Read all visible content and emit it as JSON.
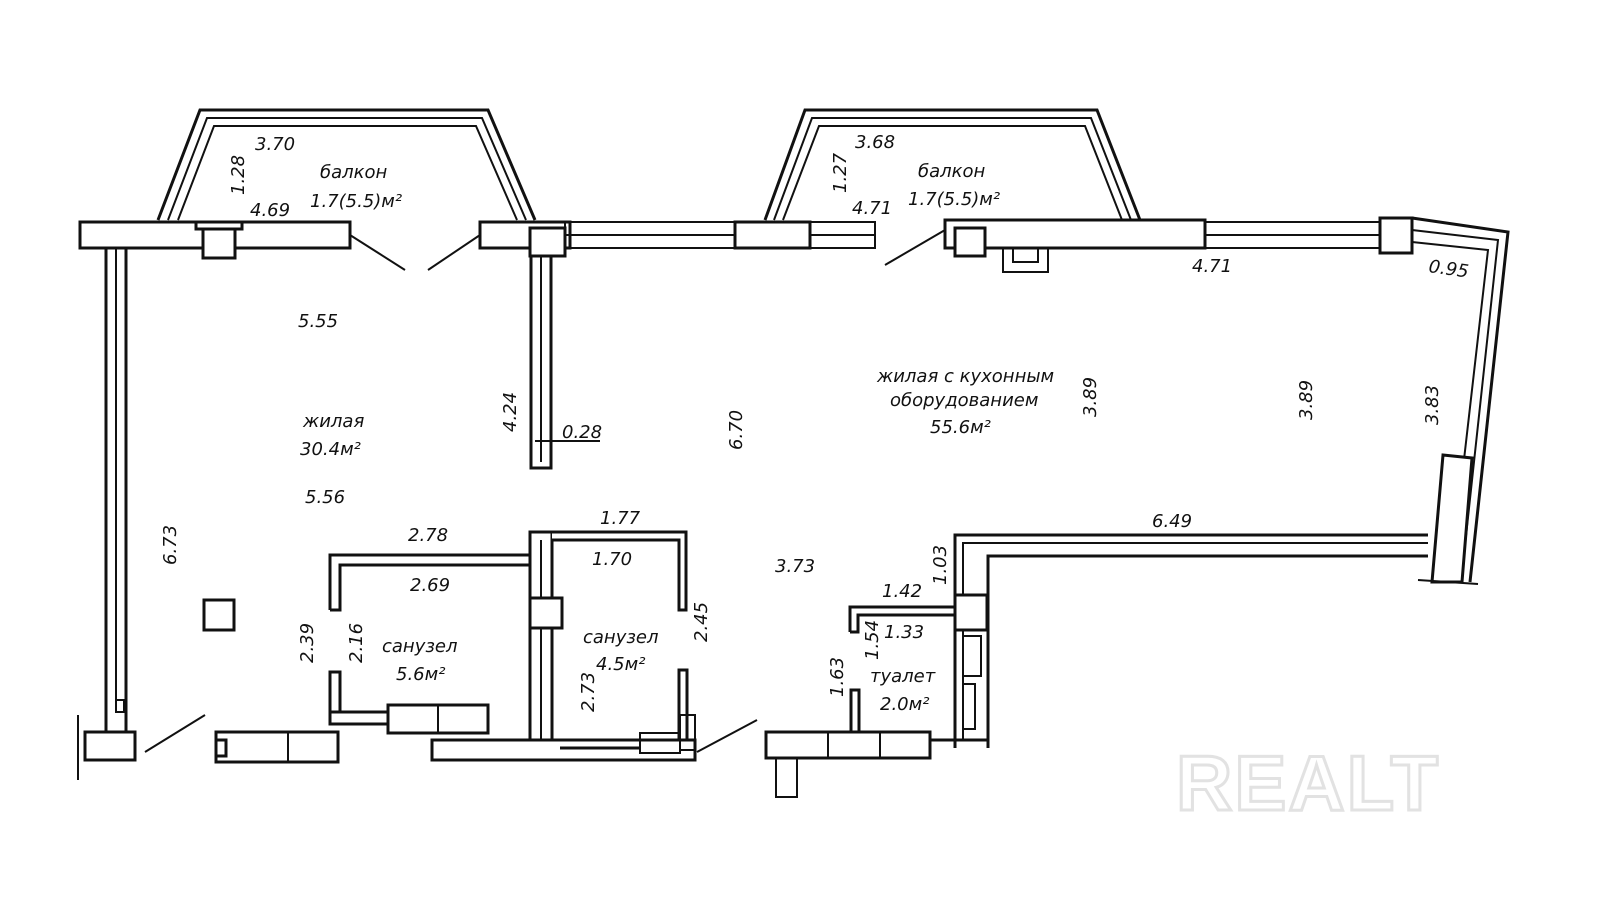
{
  "rooms": {
    "balcony_left": {
      "name": "балкон",
      "area": "1.7(5.5)м²"
    },
    "balcony_right": {
      "name": "балкон",
      "area": "1.7(5.5)м²"
    },
    "living": {
      "name": "жилая",
      "area": "30.4м²"
    },
    "living_kitchen": {
      "name_line1": "жилая с кухонным",
      "name_line2": "оборудованием",
      "area": "55.6м²"
    },
    "bathroom_1": {
      "name": "санузел",
      "area": "5.6м²"
    },
    "bathroom_2": {
      "name": "санузел",
      "area": "4.5м²"
    },
    "toilet": {
      "name": "туалет",
      "area": "2.0м²"
    }
  },
  "dimensions": {
    "d370": "3.70",
    "d128": "1.28",
    "d469": "4.69",
    "d368": "3.68",
    "d127": "1.27",
    "d471a": "4.71",
    "d471b": "4.71",
    "d095": "0.95",
    "d555": "5.55",
    "d556": "5.56",
    "d424": "4.24",
    "d028": "0.28",
    "d670": "6.70",
    "d673": "6.73",
    "d389a": "3.89",
    "d389b": "3.89",
    "d383": "3.83",
    "d649": "6.49",
    "d278": "2.78",
    "d269": "2.69",
    "d239": "2.39",
    "d216": "2.16",
    "d177": "1.77",
    "d170": "1.70",
    "d245": "2.45",
    "d273": "2.73",
    "d373": "3.73",
    "d103": "1.03",
    "d142": "1.42",
    "d133": "1.33",
    "d154": "1.54",
    "d163": "1.63"
  },
  "watermark": "REALT"
}
